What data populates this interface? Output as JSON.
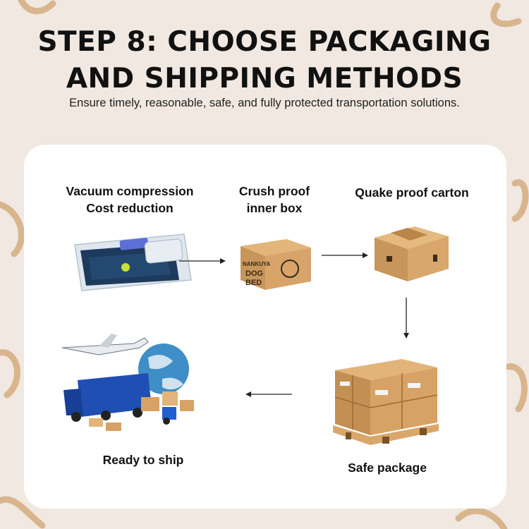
{
  "header": {
    "title_line1": "STEP 8: CHOOSE PACKAGING",
    "title_line2": "AND SHIPPING METHODS",
    "subtitle": "Ensure timely, reasonable, safe, and fully protected transportation solutions."
  },
  "steps": [
    {
      "label_line1": "Vacuum compression",
      "label_line2": "Cost reduction"
    },
    {
      "label_line1": "Crush proof",
      "label_line2": "inner box",
      "box_brand": "NANKUYA",
      "box_text1": "DOG",
      "box_text2": "BED"
    },
    {
      "label_line1": "Quake proof carton"
    },
    {
      "label_line1": "Safe package"
    },
    {
      "label_line1": "Ready to ship"
    }
  ],
  "colors": {
    "background": "#f0e8e1",
    "card": "#ffffff",
    "cardboard": "#c8955a",
    "pattern_stroke": "#d9b58e"
  }
}
